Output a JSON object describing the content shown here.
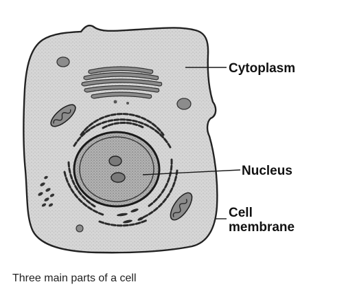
{
  "labels": {
    "cytoplasm": "Cytoplasm",
    "nucleus": "Nucleus",
    "cell_membrane_line1": "Cell",
    "cell_membrane_line2": "membrane"
  },
  "caption": "Three main parts of a cell",
  "colors": {
    "cytoplasm_fill": "#d4d4d4",
    "outline": "#222222",
    "nucleus_fill": "#a9a9a9",
    "organelle_fill": "#8c8c8c",
    "background": "#ffffff"
  },
  "icons": {
    "cell": "animal-cell-illustration"
  }
}
